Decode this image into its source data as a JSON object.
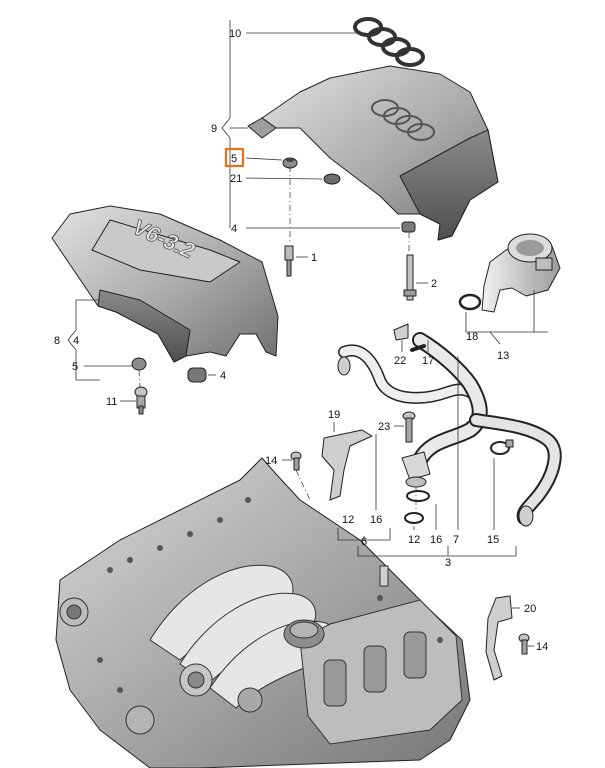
{
  "labels": {
    "n1": "1",
    "n2": "2",
    "n3": "3",
    "n4a": "4",
    "n4b": "4",
    "n4c": "4",
    "n5a": "5",
    "n5b": "5",
    "n6": "6",
    "n7": "7",
    "n8": "8",
    "n9": "9",
    "n10": "10",
    "n11": "11",
    "n12a": "12",
    "n12b": "12",
    "n13": "13",
    "n14a": "14",
    "n14b": "14",
    "n15": "15",
    "n16a": "16",
    "n16b": "16",
    "n17": "17",
    "n18": "18",
    "n19": "19",
    "n20": "20",
    "n21": "21",
    "n22": "22",
    "n23": "23"
  },
  "cover_text": "V6-3.2",
  "highlight_color": "#e8731c"
}
